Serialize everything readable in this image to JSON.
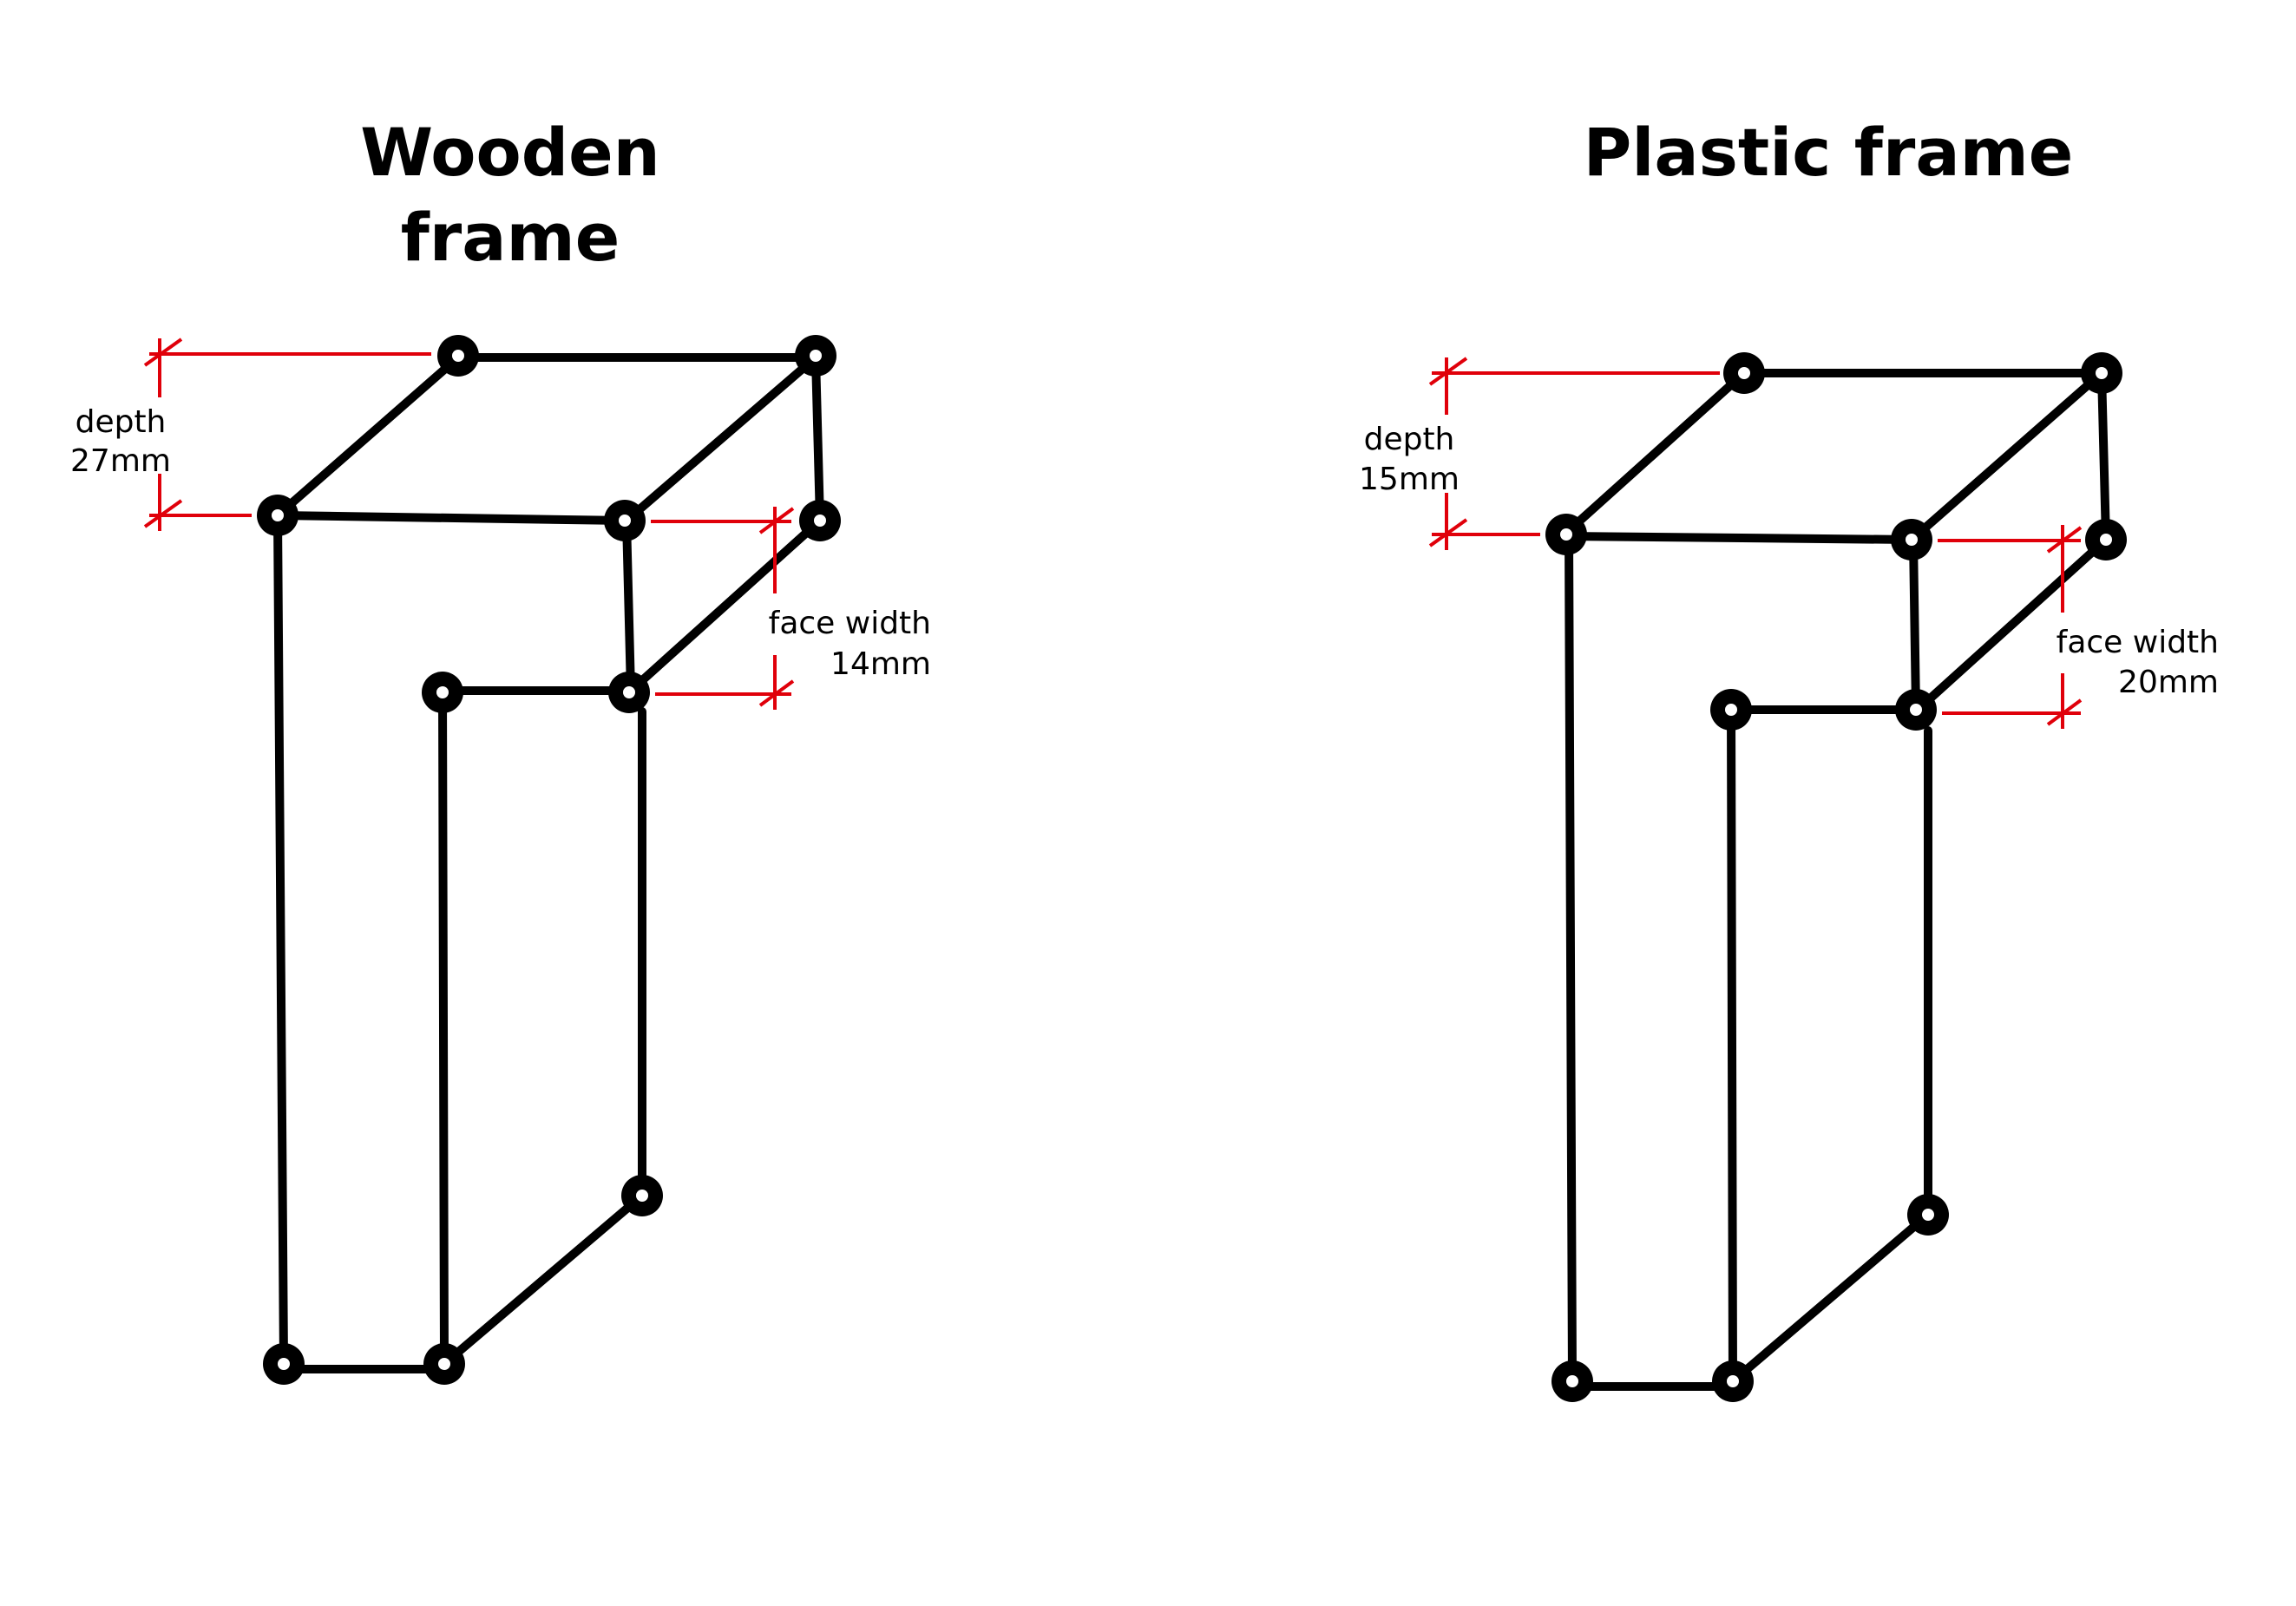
{
  "colors": {
    "structure": "#000000",
    "dimension": "#e0000a",
    "background": "#ffffff"
  },
  "diagrams": [
    {
      "title_lines": [
        "Wooden",
        "frame"
      ],
      "depth_label": "depth",
      "depth_value": "27mm",
      "face_width_label": "face width",
      "face_width_value": "14mm"
    },
    {
      "title_lines": [
        "Plastic frame"
      ],
      "depth_label": "depth",
      "depth_value": "15mm",
      "face_width_label": "face width",
      "face_width_value": "20mm"
    }
  ]
}
